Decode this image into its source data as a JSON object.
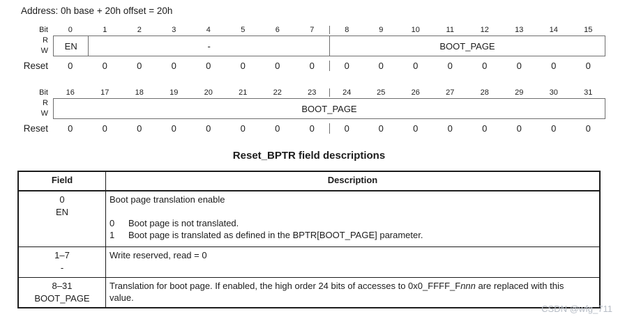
{
  "page": {
    "address_line": "Address: 0h base + 20h offset = 20h",
    "watermark": "CSDN @wfg_711"
  },
  "register_diagrams": [
    {
      "bit_label": "Bit",
      "read_label": "R",
      "write_label": "W",
      "reset_label": "Reset",
      "bits": [
        "0",
        "1",
        "2",
        "3",
        "4",
        "5",
        "6",
        "7",
        "8",
        "9",
        "10",
        "11",
        "12",
        "13",
        "14",
        "15"
      ],
      "fields": [
        {
          "label": "EN",
          "span": 1
        },
        {
          "label": "-",
          "span": 7
        },
        {
          "label": "BOOT_PAGE",
          "span": 8
        }
      ],
      "resets": [
        "0",
        "0",
        "0",
        "0",
        "0",
        "0",
        "0",
        "0",
        "0",
        "0",
        "0",
        "0",
        "0",
        "0",
        "0",
        "0"
      ]
    },
    {
      "bit_label": "Bit",
      "read_label": "R",
      "write_label": "W",
      "reset_label": "Reset",
      "bits": [
        "16",
        "17",
        "18",
        "19",
        "20",
        "21",
        "22",
        "23",
        "24",
        "25",
        "26",
        "27",
        "28",
        "29",
        "30",
        "31"
      ],
      "fields": [
        {
          "label": "BOOT_PAGE",
          "span": 16
        }
      ],
      "resets": [
        "0",
        "0",
        "0",
        "0",
        "0",
        "0",
        "0",
        "0",
        "0",
        "0",
        "0",
        "0",
        "0",
        "0",
        "0",
        "0"
      ]
    }
  ],
  "table": {
    "title": "Reset_BPTR field descriptions",
    "headers": [
      "Field",
      "Description"
    ],
    "rows": [
      {
        "field_lines": [
          "0",
          "EN"
        ],
        "desc_intro": "Boot page translation enable",
        "desc_values": [
          {
            "value": "0",
            "text": "Boot page is not translated."
          },
          {
            "value": "1",
            "text": "Boot page is translated as defined in the BPTR[BOOT_PAGE] parameter."
          }
        ]
      },
      {
        "field_lines": [
          "1–7",
          "-"
        ],
        "desc_intro": "Write reserved, read = 0"
      },
      {
        "field_lines": [
          "8–31",
          "BOOT_PAGE"
        ],
        "desc_pre": "Translation for boot page. If enabled, the high order 24 bits of accesses to 0x0_FFFF_F",
        "desc_italic": "nnn",
        "desc_post": " are replaced with this value."
      }
    ]
  }
}
